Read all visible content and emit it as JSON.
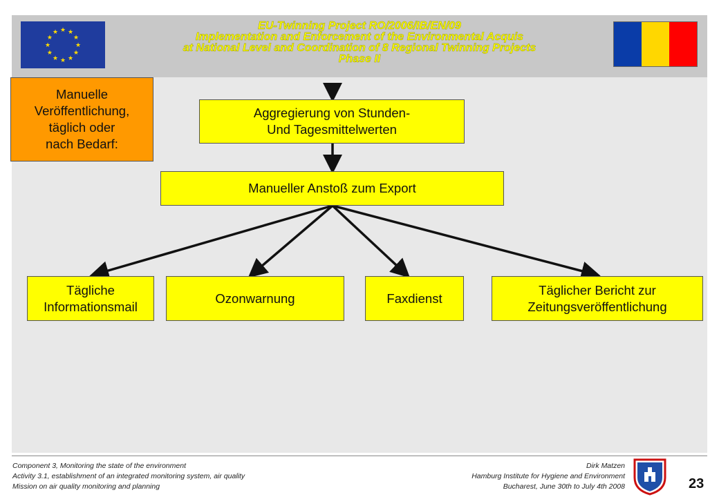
{
  "header": {
    "title_lines": [
      "EU-Twinning Project RO/2006/IB/EN/09",
      "Implementation and Enforcement of the Environmental Acquis",
      "at National Level and Coordination of 8 Regional Twinning Projects",
      "Phase II"
    ]
  },
  "colors": {
    "box_fill": "#ffff00",
    "note_fill": "#ff9900",
    "title_text": "#ffff00",
    "ro_flag": [
      "#0a3ca8",
      "#ffd700",
      "#ff0000"
    ]
  },
  "diagram": {
    "note": "Manuelle\nVeröffentlichung,\ntäglich oder\nnach Bedarf:",
    "aggregation": "Aggregierung von Stunden-\nUnd Tagesmittelwerten",
    "export": "Manueller Anstoß zum Export",
    "outputs": [
      "Tägliche\nInformationsmail",
      "Ozonwarnung",
      "Faxdienst",
      "Täglicher Bericht zur\nZeitungsveröffentlichung"
    ]
  },
  "footer": {
    "left_lines": [
      "Component 3, Monitoring the state of the environment",
      "Activity 3.1, establishment of an integrated monitoring system, air quality",
      "Mission on air quality monitoring and planning"
    ],
    "right_lines": [
      "Dirk Matzen",
      "Hamburg Institute for Hygiene and Environment",
      "Bucharest, June 30th to July 4th 2008"
    ],
    "page_number": "23"
  }
}
